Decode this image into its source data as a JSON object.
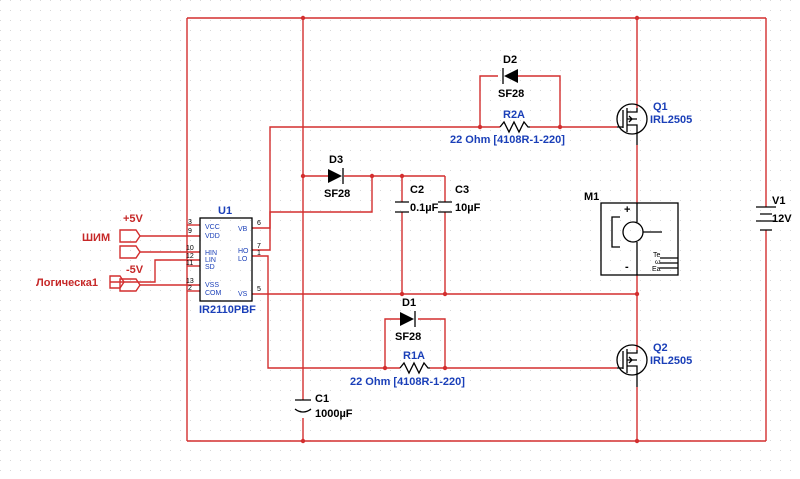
{
  "colors": {
    "wire": "#d32f2f",
    "component": "#000000",
    "ref_label": "#1a3fb8",
    "value_label": "#1a3fb8",
    "net_label": "#c62828",
    "grid_dot": "#d8d8d8"
  },
  "ic": {
    "ref": "U1",
    "part": "IR2110PBF",
    "left_pins": [
      {
        "num": "3",
        "name": "VCC"
      },
      {
        "num": "9",
        "name": "VDD"
      },
      {
        "num": "10",
        "name": "HIN"
      },
      {
        "num": "12",
        "name": "LIN"
      },
      {
        "num": "11",
        "name": "SD"
      },
      {
        "num": "13",
        "name": "VSS"
      },
      {
        "num": "2",
        "name": "COM"
      }
    ],
    "right_pins": [
      {
        "num": "6",
        "name": "VB"
      },
      {
        "num": "7",
        "name": "HO"
      },
      {
        "num": "1",
        "name": "LO"
      },
      {
        "num": "5",
        "name": "VS"
      }
    ]
  },
  "nets": {
    "plus5": "+5V",
    "shim": "ШИМ",
    "minus5": "-5V",
    "logic": "Логическа1"
  },
  "d1": {
    "ref": "D1",
    "part": "SF28"
  },
  "d2": {
    "ref": "D2",
    "part": "SF28"
  },
  "d3": {
    "ref": "D3",
    "part": "SF28"
  },
  "r1": {
    "ref": "R1A",
    "value": "22 Ohm  [4108R-1-220]"
  },
  "r2": {
    "ref": "R2A",
    "value": "22 Ohm  [4108R-1-220]"
  },
  "c1": {
    "ref": "C1",
    "value": "1000µF"
  },
  "c2": {
    "ref": "C2",
    "value": "0.1µF"
  },
  "c3": {
    "ref": "C3",
    "value": "10µF"
  },
  "q1": {
    "ref": "Q1",
    "part": "IRL2505"
  },
  "q2": {
    "ref": "Q2",
    "part": "IRL2505"
  },
  "m1": {
    "ref": "M1",
    "plus": "+",
    "minus": "-",
    "terms": [
      "Te",
      "ω",
      "Ea"
    ]
  },
  "v1": {
    "ref": "V1",
    "value": "12V"
  }
}
